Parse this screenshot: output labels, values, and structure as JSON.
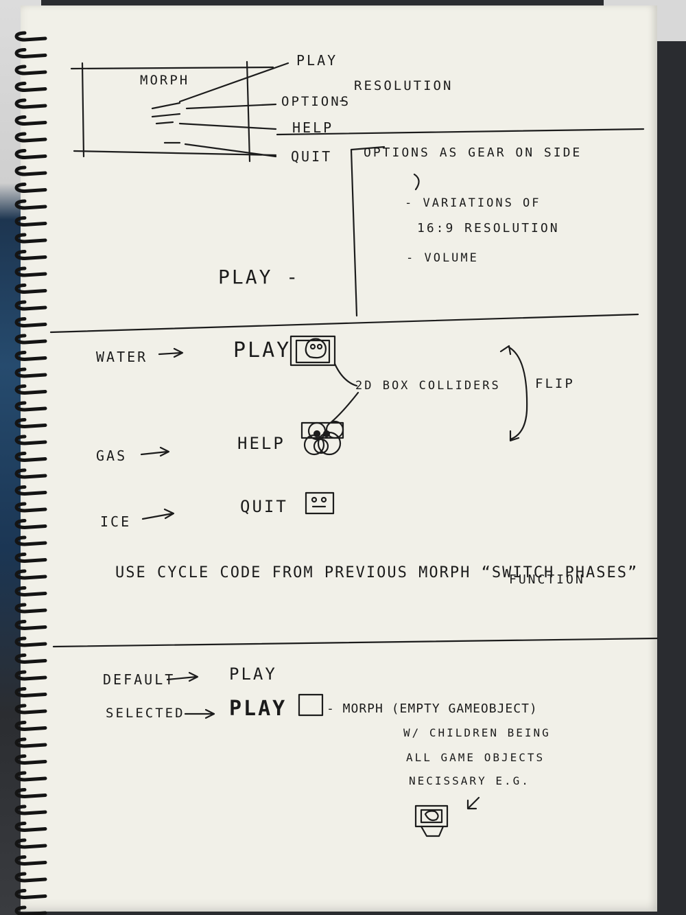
{
  "section1": {
    "mockup_title": "MORPH",
    "menu_items": [
      "PLAY",
      "OPTIONS",
      "HELP",
      "QUIT"
    ],
    "options_extra": "RESOLUTION",
    "dash": "-"
  },
  "section2": {
    "play_label": "PLAY -",
    "options_heading": "OPTIONS AS GEAR ON SIDE",
    "notes": [
      "- VARIATIONS OF",
      "16:9 RESOLUTION",
      "- VOLUME"
    ]
  },
  "section3": {
    "states": [
      "WATER",
      "GAS",
      "ICE"
    ],
    "menu_items": [
      "PLAY",
      "HELP",
      "QUIT"
    ],
    "colliders_label": "2D BOX COLLIDERS",
    "flip_label": "FLIP",
    "cycle_note_line1": "USE CYCLE CODE FROM PREVIOUS MORPH “SWITCH PHASES”",
    "cycle_note_line2": "FUNCTION"
  },
  "section4": {
    "default_label": "DEFAULT",
    "selected_label": "SELECTED",
    "play_default": "PLAY",
    "play_selected": "PLAY",
    "morph_note": "- MORPH (EMPTY GAMEOBJECT)",
    "morph_note_lines": [
      "W/ CHILDREN BEING",
      "ALL GAME OBJECTS",
      "NECISSARY E.G."
    ]
  }
}
